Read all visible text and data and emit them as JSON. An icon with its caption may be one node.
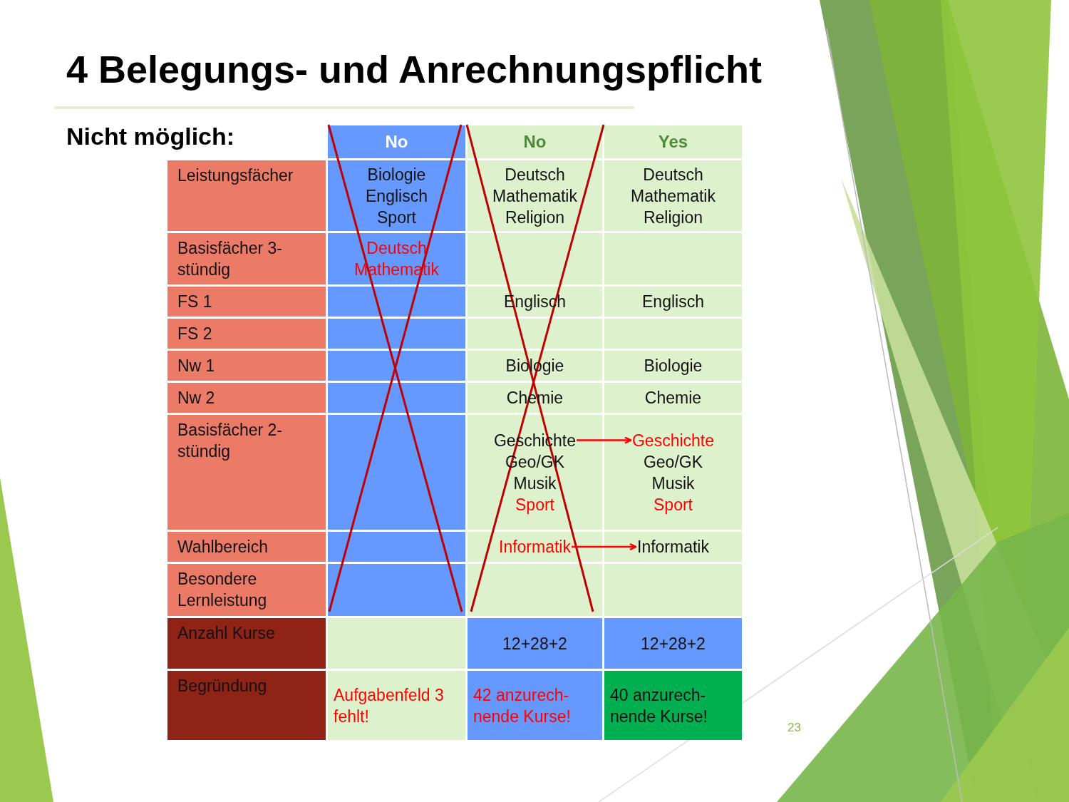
{
  "diagram": {
    "title": "4 Belegungs- und Anrechnungspflicht",
    "nodes": [
      {
        "text": [
          "Geschichte"
        ]
      },
      {
        "text": [
          "Geschichte"
        ]
      },
      {
        "text": [
          "Informatik"
        ]
      },
      {
        "text": [
          "Informatik"
        ]
      }
    ],
    "edges": [
      {
        "from": 0,
        "to": 1,
        "arrow": "to",
        "color": "#ff0000"
      },
      {
        "from": 2,
        "to": 3,
        "arrow": "to",
        "color": "#ff0000"
      }
    ],
    "labels": [
      "Nicht möglich:",
      "No",
      "No",
      "Yes",
      "Leistungsfächer",
      "Biologie",
      "Englisch",
      "Sport",
      "Deutsch",
      "Mathematik",
      "Religion",
      "Deutsch",
      "Mathematik",
      "Religion",
      "Basisfächer 3-stündig",
      "Deutsch",
      "Mathematik",
      "FS 1",
      "Englisch",
      "Englisch",
      "FS 2",
      "Nw 1",
      "Biologie",
      "Biologie",
      "Nw 2",
      "Chemie",
      "Chemie",
      "Basisfächer 2-stündig",
      "Geo/GK",
      "Musik",
      "Sport",
      "Geo/GK",
      "Musik",
      "Sport",
      "Wahlbereich",
      "Besondere Lernleistung",
      "Anzahl Kurse",
      "12+28+2",
      "12+28+2",
      "Begründung",
      "Aufgabenfeld 3 fehlt!",
      "42 anzurech-nende Kurse!",
      "40 anzurech-nende Kurse!",
      "23"
    ]
  }
}
